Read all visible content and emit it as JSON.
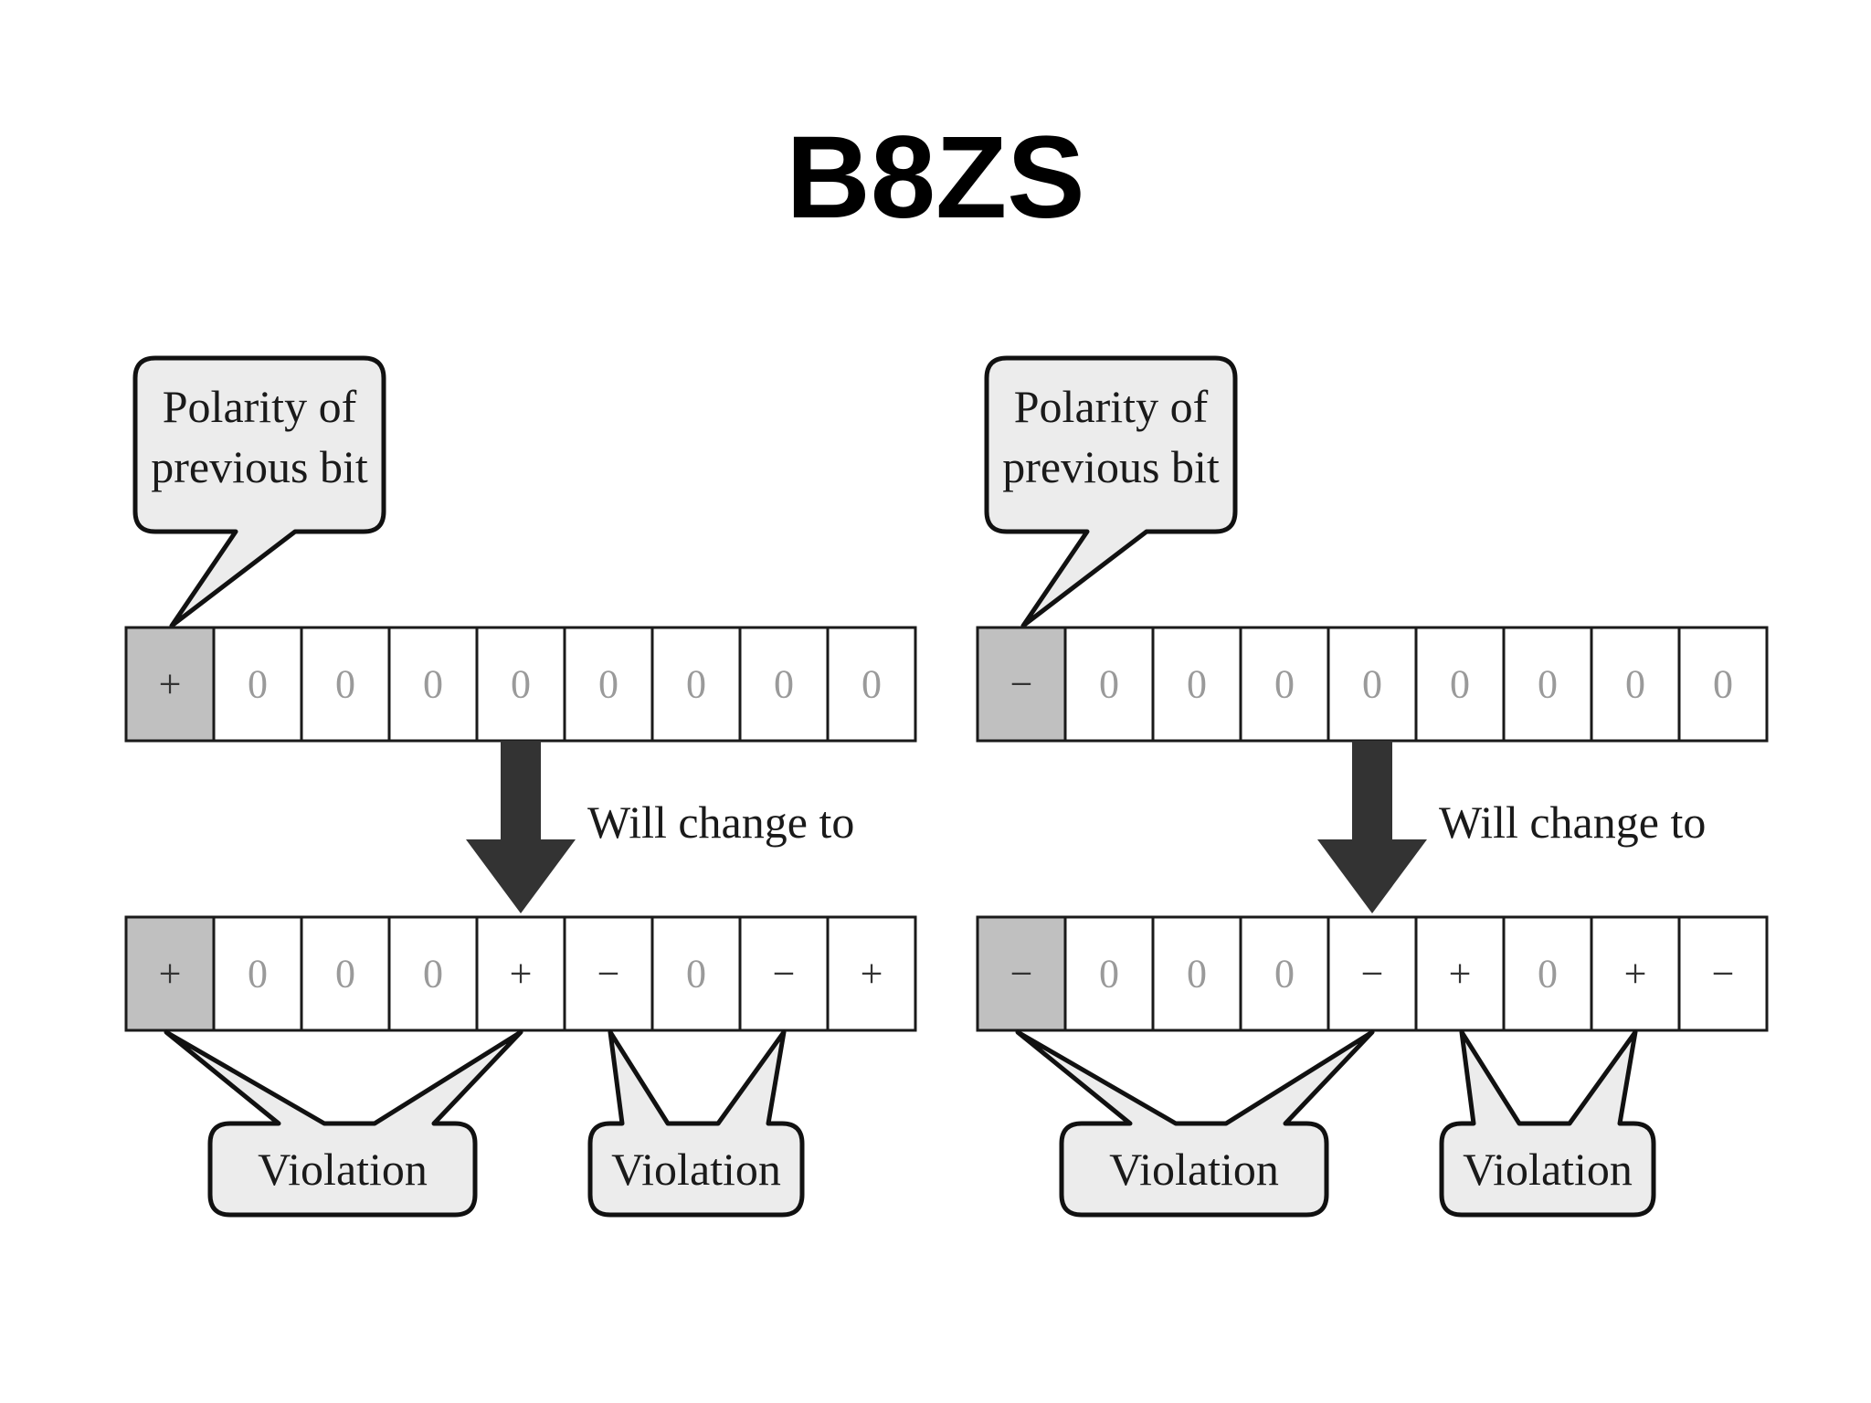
{
  "title": "B8ZS",
  "colors": {
    "previous_bit_fill": "#c0c0c0",
    "cell_fill": "#ffffff",
    "zero_text": "#9a9a9a",
    "symbol_text": "#333333",
    "arrow": "#333333",
    "callout_fill": "#ececec"
  },
  "examples": [
    {
      "previous_polarity_label": [
        "Polarity of",
        "previous bit"
      ],
      "original_bits": [
        "+",
        "0",
        "0",
        "0",
        "0",
        "0",
        "0",
        "0",
        "0"
      ],
      "arrow_label": "Will change to",
      "encoded_bits": [
        "+",
        "0",
        "0",
        "0",
        "+",
        "−",
        "0",
        "−",
        "+"
      ],
      "violation_labels": [
        "Violation",
        "Violation"
      ]
    },
    {
      "previous_polarity_label": [
        "Polarity of",
        "previous bit"
      ],
      "original_bits": [
        "−",
        "0",
        "0",
        "0",
        "0",
        "0",
        "0",
        "0",
        "0"
      ],
      "arrow_label": "Will change to",
      "encoded_bits": [
        "−",
        "0",
        "0",
        "0",
        "−",
        "+",
        "0",
        "+",
        "−"
      ],
      "violation_labels": [
        "Violation",
        "Violation"
      ]
    }
  ]
}
